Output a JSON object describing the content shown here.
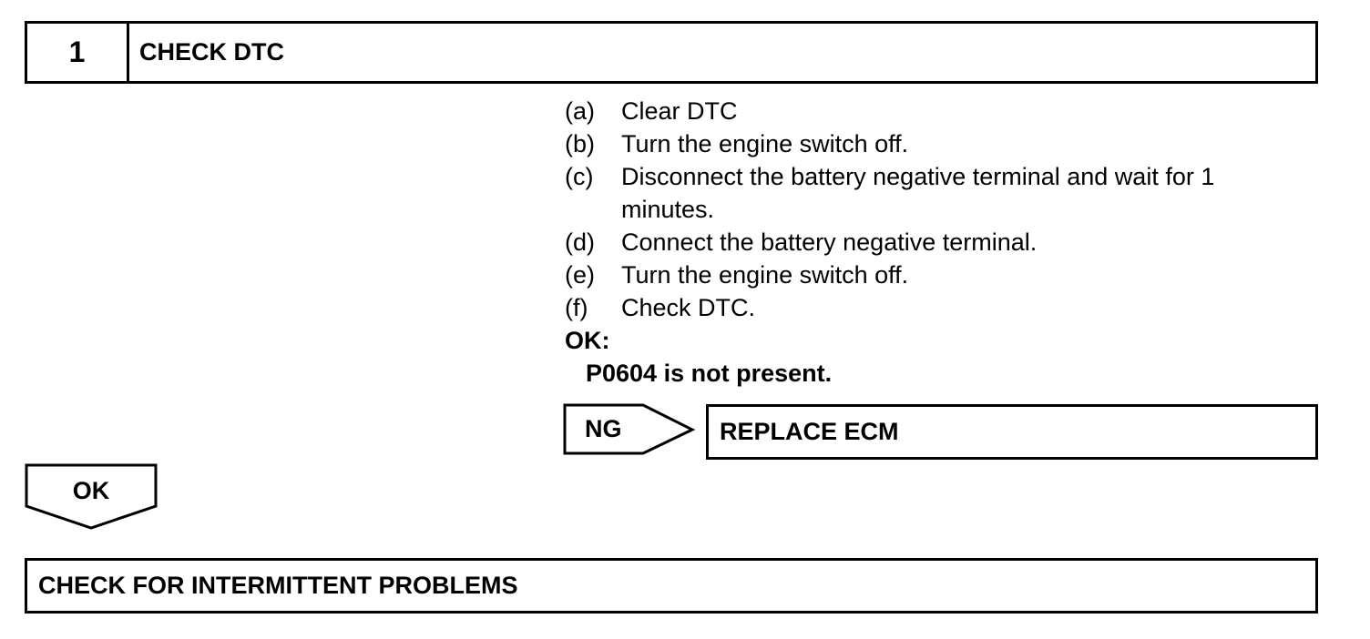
{
  "step": {
    "number": "1",
    "title": "CHECK DTC"
  },
  "procedure": [
    {
      "letter": "(a)",
      "text": "Clear DTC"
    },
    {
      "letter": "(b)",
      "text": "Turn the engine switch off."
    },
    {
      "letter": "(c)",
      "text": "Disconnect the battery negative terminal and wait for 1 minutes."
    },
    {
      "letter": "(d)",
      "text": "Connect the battery negative terminal."
    },
    {
      "letter": "(e)",
      "text": "Turn the engine switch off."
    },
    {
      "letter": "(f)",
      "text": "Check DTC."
    }
  ],
  "ok_criteria": {
    "label": "OK:",
    "condition": "P0604 is not present."
  },
  "ng_branch": {
    "label": "NG",
    "action": "REPLACE ECM"
  },
  "ok_branch": {
    "label": "OK",
    "action": "CHECK FOR INTERMITTENT PROBLEMS"
  }
}
